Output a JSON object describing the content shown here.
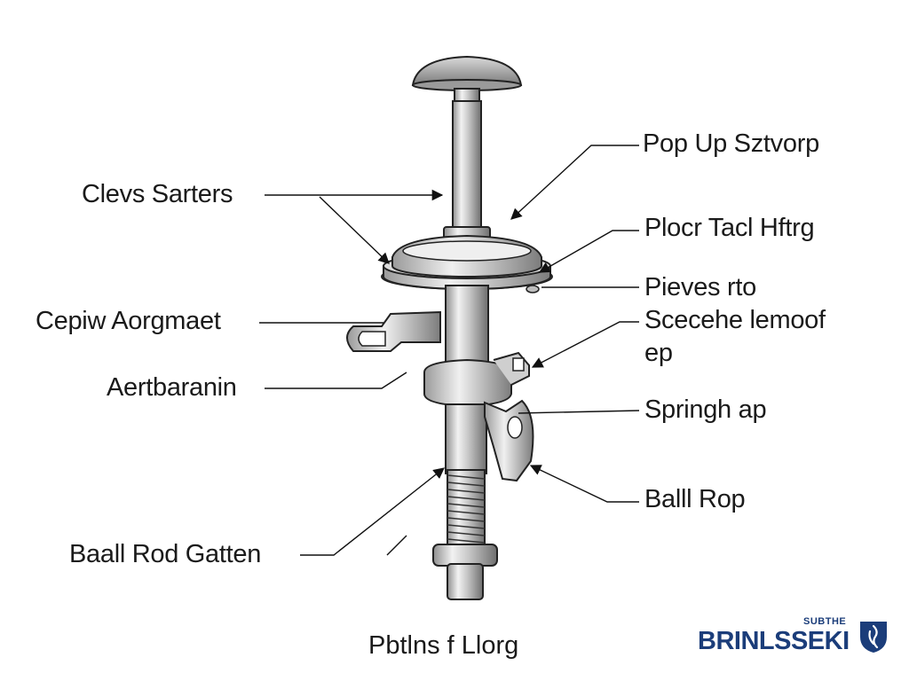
{
  "labels": {
    "top_right": "Pop Up Sztvorp",
    "clevis": "Clevs Sarters",
    "pivot_tail": "Plocr Tacl Hftrg",
    "pieves": "Pieves rto",
    "sceceh_line1": "Scecehe lemoof",
    "sceceh_line2": "ep",
    "cepiw": "Cepiw Aorgmaet",
    "aertbaranin": "Aertbaranin",
    "springh": "Springh ap",
    "ball_rop": "Balll Rop",
    "ball_rod_gatten": "Baall Rod Gatten"
  },
  "caption": "Pbtlns f Llorg",
  "brand": {
    "small_text": "SUBTHE",
    "name": "BRINLSSEKI",
    "color": "#1b3d7a"
  }
}
